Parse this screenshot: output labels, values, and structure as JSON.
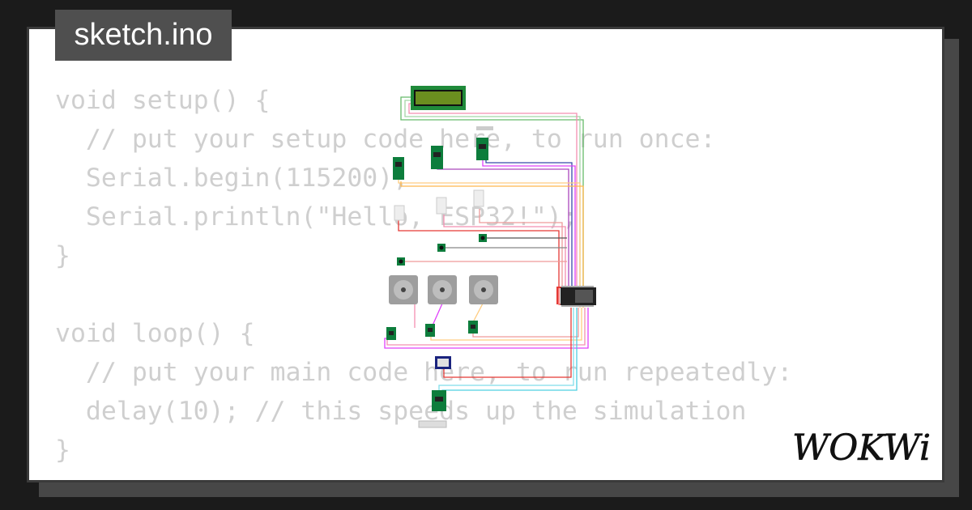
{
  "file_tab": {
    "label": "sketch.ino"
  },
  "code_lines": [
    "void setup() {",
    "  // put your setup code here, to run once:",
    "  Serial.begin(115200);",
    "  Serial.println(\"Hello, ESP32!\");",
    "}",
    "",
    "void loop() {",
    "  // put your main code here, to run repeatedly:",
    "  delay(10); // this speeds up the simulation",
    "}"
  ],
  "logo": {
    "text": "WOKWi"
  },
  "colors": {
    "background": "#1b1b1b",
    "card": "#ffffff",
    "tab": "#4f4f4f",
    "code_text": "#cfcfcf",
    "lcd_board": "#1f8a3a",
    "lcd_screen": "#6b8e1f",
    "module_green": "#0d7d3c",
    "wire_red": "#e53935",
    "wire_pink": "#f48fb1",
    "wire_magenta": "#e040fb",
    "wire_orange": "#ffcc80",
    "wire_cyan": "#80deea",
    "wire_green": "#66bb6a",
    "wire_blue": "#3949ab"
  },
  "diagram_parts": [
    "lcd-display",
    "hx711-module-1",
    "hx711-module-2",
    "hx711-module-3",
    "pir-sensor-1",
    "pir-sensor-2",
    "pir-sensor-3",
    "pushbutton-1",
    "pushbutton-2",
    "pushbutton-3",
    "stepper-motor-1",
    "stepper-motor-2",
    "stepper-motor-3",
    "stepper-driver-1",
    "stepper-driver-2",
    "stepper-driver-3",
    "esp32-board",
    "rtc-module",
    "relay-module"
  ]
}
